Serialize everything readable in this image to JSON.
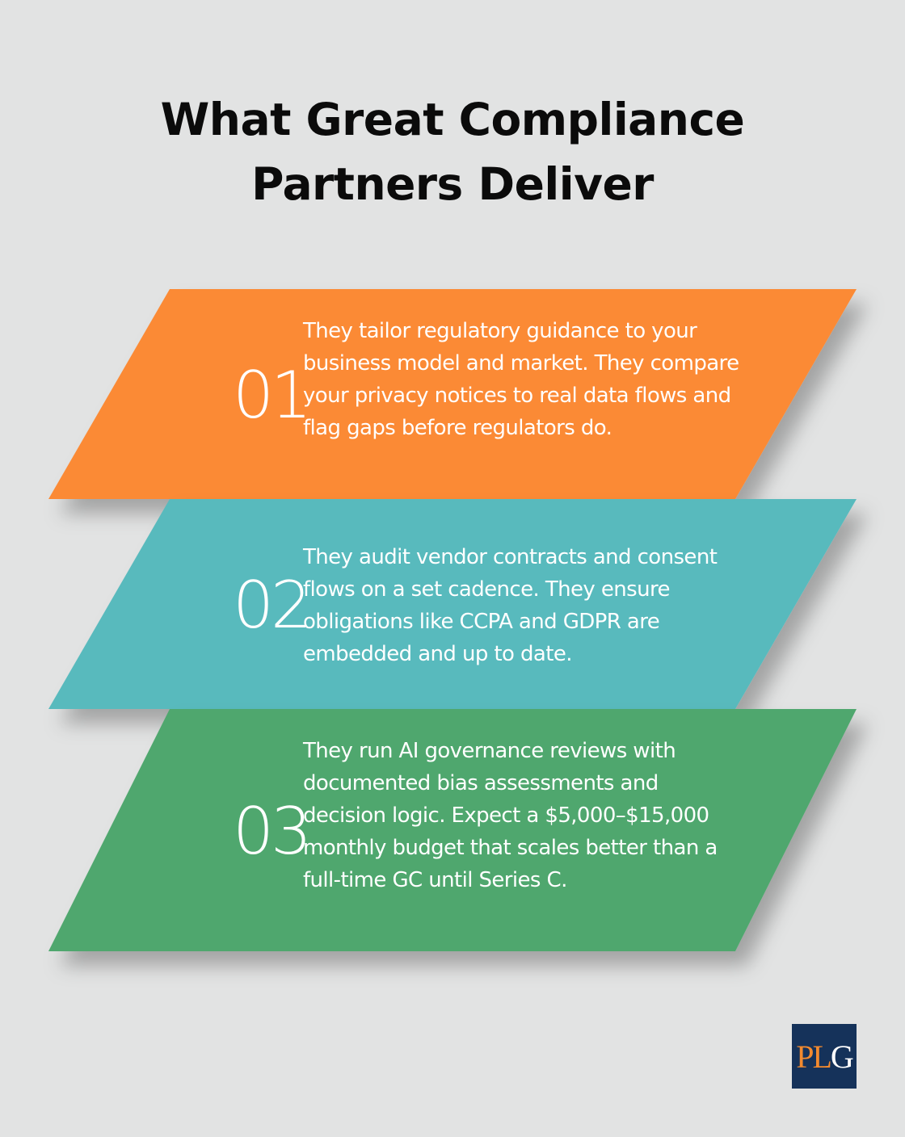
{
  "title": {
    "line1": "What Great Compliance",
    "line2": "Partners Deliver"
  },
  "steps": [
    {
      "number": "01",
      "color": "#fb8a35",
      "text": "They tailor regulatory guidance to your business model and market. They compare your privacy notices to real data flows and flag gaps before regulators do."
    },
    {
      "number": "02",
      "color": "#59babd",
      "text": "They audit vendor contracts and consent flows on a set cadence. They ensure obligations like CCPA and GDPR are embedded and up to date."
    },
    {
      "number": "03",
      "color": "#4fa76e",
      "text": "They run AI governance reviews with documented bias assessments and decision logic. Expect a $5,000–$15,000 monthly budget that scales better than a full-time GC until Series C."
    }
  ],
  "logo": {
    "part1": "PL",
    "part2": "G",
    "background": "#15325a",
    "accent": "#f28a2f"
  }
}
